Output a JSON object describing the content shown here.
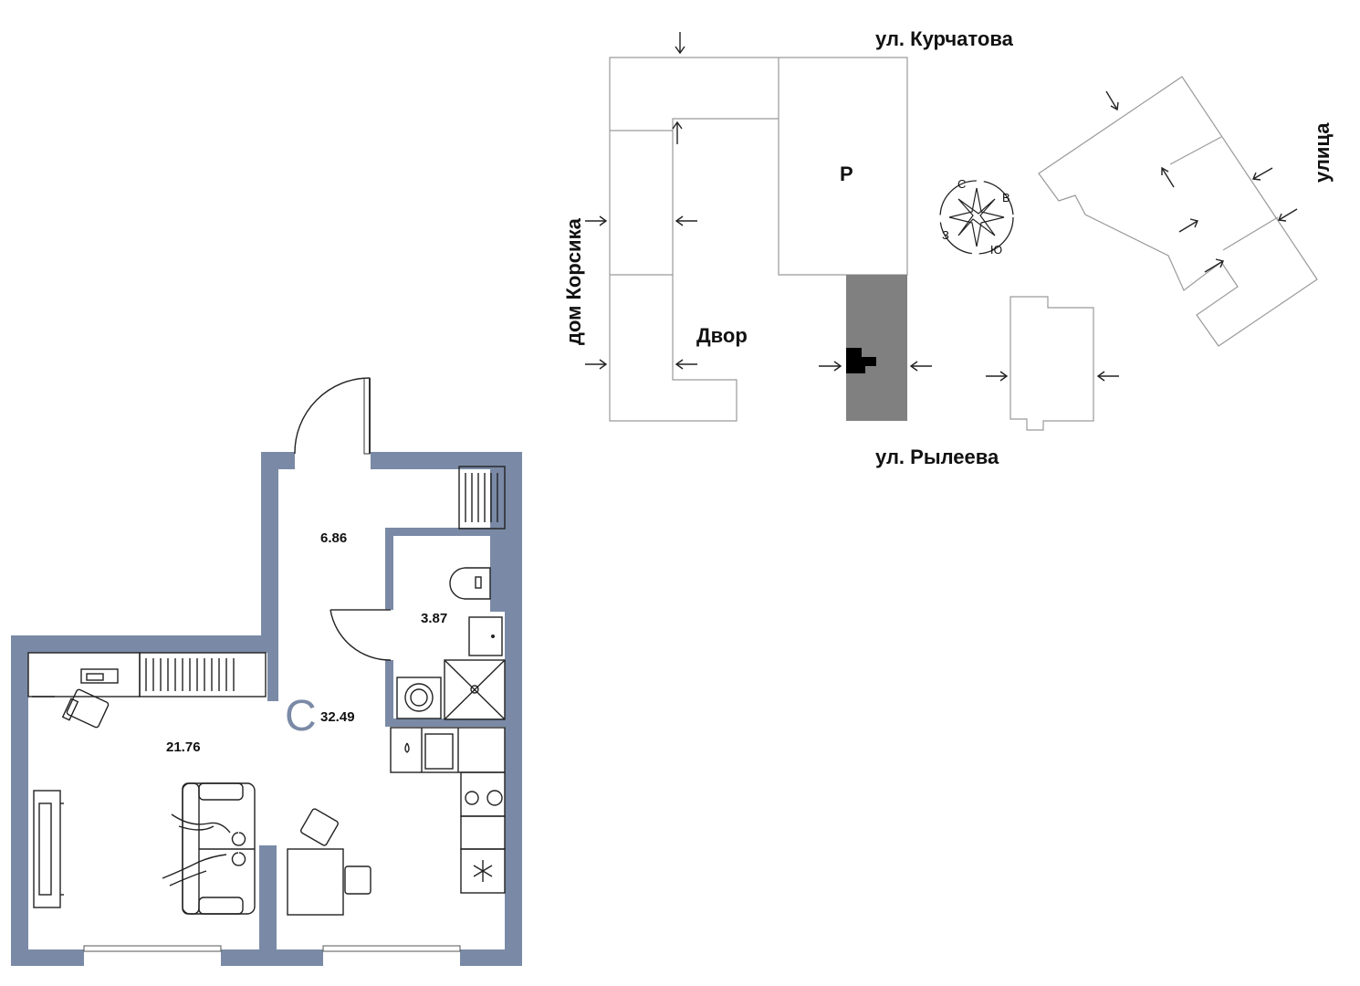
{
  "streets": {
    "kurchatova": "ул. Курчатова",
    "ryleeva": "ул. Рылеева",
    "korsika": "дом Корсика",
    "ulitsa": "улица"
  },
  "site": {
    "courtyard": "Двор",
    "parking": "P"
  },
  "compass": {
    "north": "С",
    "east": "В",
    "south": "Ю",
    "west": "З"
  },
  "plan": {
    "type_letter": "С",
    "total_area": "32.49",
    "rooms": [
      {
        "name": "hall",
        "area": "6.86"
      },
      {
        "name": "bathroom",
        "area": "3.87"
      },
      {
        "name": "living",
        "area": "21.76"
      }
    ]
  },
  "colors": {
    "wall": "#7a8aa6",
    "highlight_building": "#808080",
    "outline": "#9a9a9a"
  }
}
